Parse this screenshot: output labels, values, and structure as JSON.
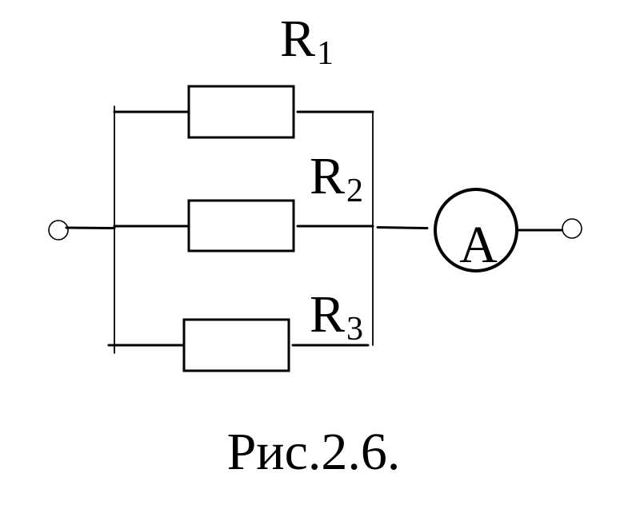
{
  "resistors": [
    {
      "letter": "R",
      "index": "1"
    },
    {
      "letter": "R",
      "index": "2"
    },
    {
      "letter": "R",
      "index": "3"
    }
  ],
  "ammeter": {
    "label": "A"
  },
  "caption": "Рис.2.6."
}
